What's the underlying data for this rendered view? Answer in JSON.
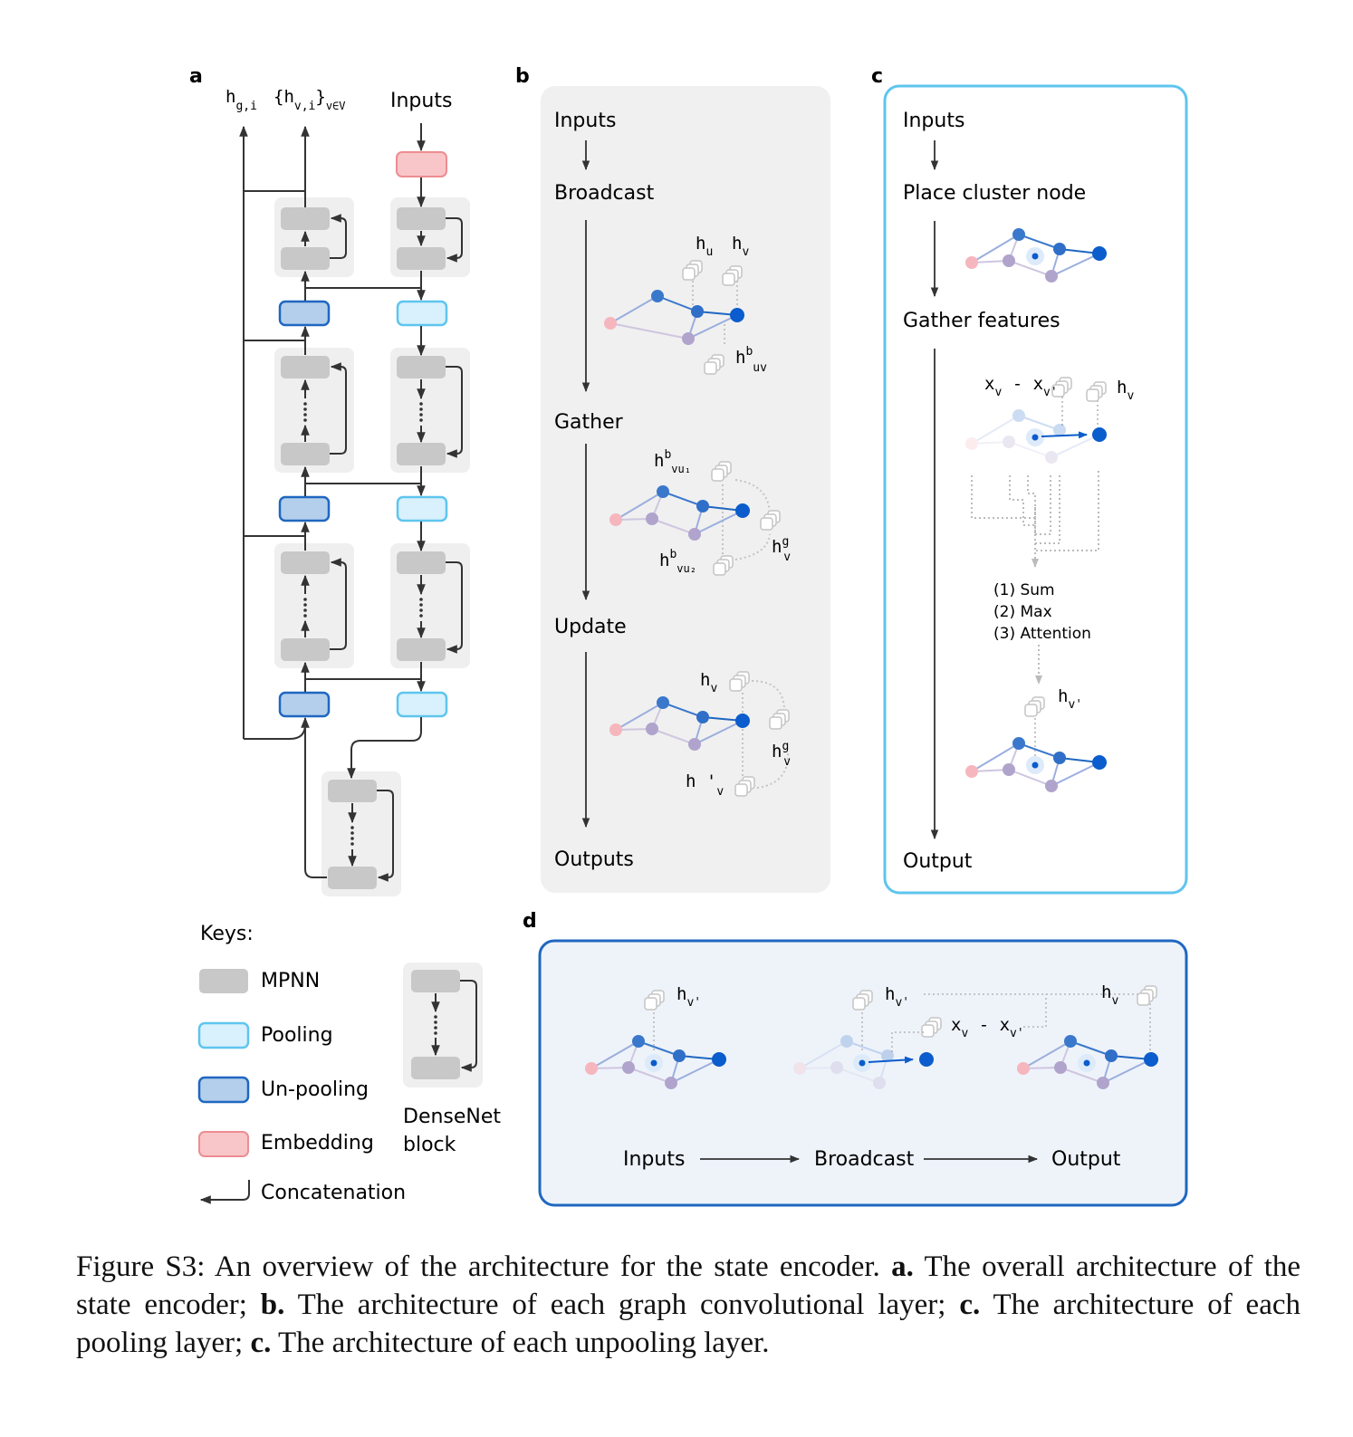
{
  "panels": {
    "a": {
      "label": "a",
      "top_labels": [
        "h",
        "g,i",
        "{h",
        "v,i",
        "}",
        "v∈V",
        "Inputs"
      ]
    },
    "b": {
      "label": "b",
      "steps": [
        "Inputs",
        "Broadcast",
        "Gather",
        "Update",
        "Outputs"
      ],
      "math": {
        "hu": "h",
        "hu_sub": "u",
        "hv": "h",
        "hv_sub": "v",
        "hbuv": "h",
        "hbuv_sup": "b",
        "hbuv_sub": "uv",
        "hbvu1": "h",
        "hbvu1_sup": "b",
        "hbvu1_sub": "vu₁",
        "hbvu2": "h",
        "hbvu2_sup": "b",
        "hbvu2_sub": "vu₂",
        "hgv1": "h",
        "hgv1_sup": "g",
        "hgv1_sub": "v",
        "hv3": "h",
        "hv3_sub": "v",
        "hgv2": "h",
        "hgv2_sup": "g",
        "hgv2_sub": "v",
        "hpv": "h '",
        "hpv_sub": "v"
      }
    },
    "c": {
      "label": "c",
      "steps": [
        "Inputs",
        "Place cluster node",
        "Gather features",
        "Output"
      ],
      "options": [
        "(1) Sum",
        "(2) Max",
        "(3) Attention"
      ],
      "math": {
        "xdiff": "x",
        "xdiff_sub1": "v",
        "xdiff_mid": " - x",
        "xdiff_sub2": "v'",
        "hv": "h",
        "hv_sub": "v",
        "hvp": "h",
        "hvp_sub": "v'"
      }
    },
    "d": {
      "label": "d",
      "steps": [
        "Inputs",
        "Broadcast",
        "Output"
      ],
      "math": {
        "hvp1": "h",
        "hvp1_sub": "v'",
        "hvp2": "h",
        "hvp2_sub": "v'",
        "hv": "h",
        "hv_sub": "v",
        "xdiff": "x",
        "xdiff_sub1": "v",
        "xdiff_mid": " - x",
        "xdiff_sub2": "v'"
      }
    }
  },
  "keys": {
    "title": "Keys:",
    "items": [
      "MPNN",
      "Pooling",
      "Un-pooling",
      "Embedding",
      "Concatenation"
    ],
    "densenet": [
      "DenseNet",
      "block"
    ]
  },
  "caption": {
    "lead": "Figure S3: An overview of the architecture for the state encoder.",
    "a_label": "a.",
    "a_text": " The overall architecture of the state encoder; ",
    "b_label": "b.",
    "b_text": " The architecture of each graph convolutional layer; ",
    "c_label": "c.",
    "c_text": " The architecture of each pooling layer; ",
    "d_label": "c.",
    "d_text": " The architecture of each unpooling layer."
  },
  "colors": {
    "mpnn": "#c8c8c8",
    "block_bg": "#efefef",
    "pooling_fill": "#d8f1fc",
    "pooling_stroke": "#5ec5ee",
    "unpool_fill": "#b3cfec",
    "unpool_stroke": "#1f67c0",
    "embed_fill": "#f8c6c8",
    "embed_stroke": "#ec8d92",
    "panel_b_bg": "#f0f0f0",
    "panel_c_stroke": "#5ec5ee",
    "panel_d_bg": "#eef3fa",
    "panel_d_stroke": "#1f67c0",
    "node_blue": "#3a78cc",
    "node_dark": "#0b5ccc",
    "node_purple": "#b0a4cc",
    "node_pink": "#f6b6bd"
  }
}
